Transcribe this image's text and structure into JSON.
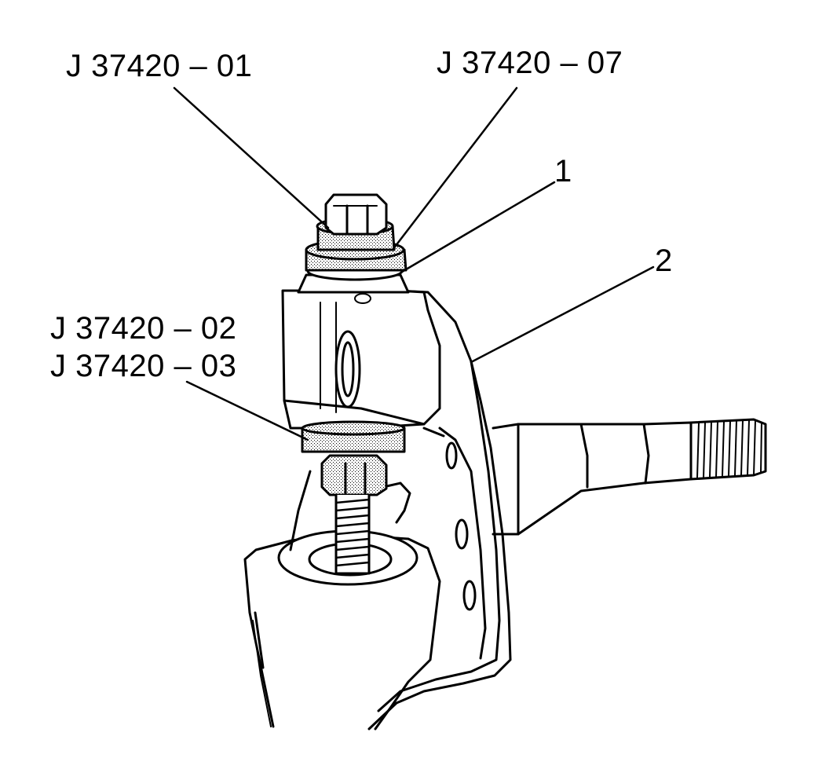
{
  "callouts": {
    "tool_01": "J 37420 – 01",
    "tool_07": "J 37420 – 07",
    "tool_02": "J 37420 – 02",
    "tool_03": "J 37420 – 03",
    "item_1": "1",
    "item_2": "2"
  },
  "colors": {
    "ink": "#000000",
    "paper": "#ffffff",
    "stipple": "#c8c8c8"
  }
}
